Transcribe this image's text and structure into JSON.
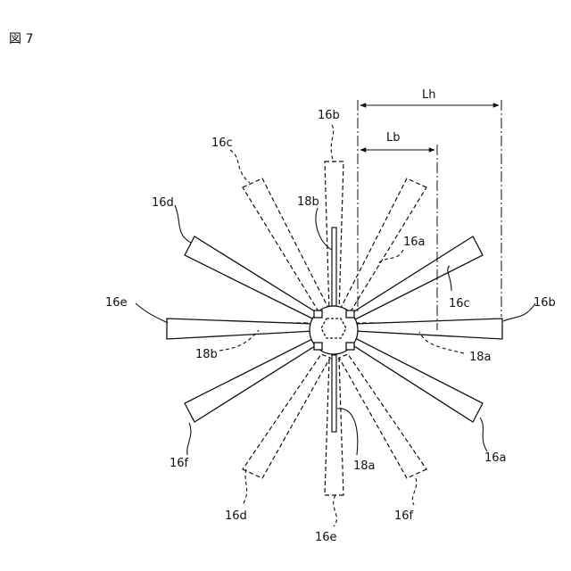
{
  "figure_label": "図 7",
  "labels": {
    "16a_solid": "16a",
    "16b_solid": "16b",
    "16c_solid": "16c",
    "16d_solid": "16d",
    "16e_solid": "16e",
    "16f_solid": "16f",
    "16a_dashed": "16a",
    "16b_dashed": "16b",
    "16c_dashed": "16c",
    "16d_dashed": "16d",
    "16e_dashed": "16e",
    "16f_dashed": "16f",
    "18a_vertical": "18a",
    "18b_vertical": "18b",
    "18a_horizontal": "18a",
    "18b_horizontal": "18b"
  },
  "dimensions": {
    "Lh": "Lh",
    "Lb": "Lb"
  },
  "colors": {
    "ink": "#111111",
    "background": "#ffffff"
  }
}
